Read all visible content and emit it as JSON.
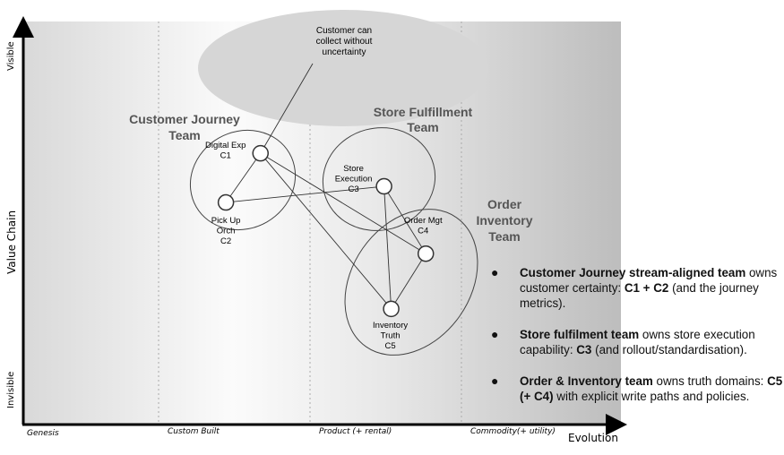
{
  "axes": {
    "y_label": "Value Chain",
    "y_top": "Visible",
    "y_bottom": "Invisible",
    "x_label": "Evolution",
    "stages": [
      "Genesis",
      "Custom Built",
      "Product (+ rental)",
      "Commodity(+ utility)"
    ]
  },
  "anchor": {
    "label_lines": [
      "Customer can",
      "collect without",
      "uncertainty"
    ]
  },
  "teams": [
    {
      "id": "customer-journey",
      "label_lines": [
        "Customer Journey",
        "Team"
      ]
    },
    {
      "id": "store-fulfillment",
      "label_lines": [
        "Store Fulfillment",
        "Team"
      ]
    },
    {
      "id": "order-inventory",
      "label_lines": [
        "Order",
        "Inventory",
        "Team"
      ]
    }
  ],
  "components": [
    {
      "id": "C1",
      "label_lines": [
        "Digital Exp",
        "C1"
      ],
      "evolution": 0.396,
      "visibility": 0.673
    },
    {
      "id": "C2",
      "label_lines": [
        "Pick Up",
        "Orch",
        "C2"
      ],
      "evolution": 0.338,
      "visibility": 0.551
    },
    {
      "id": "C3",
      "label_lines": [
        "Store",
        "Execution",
        "C3"
      ],
      "evolution": 0.603,
      "visibility": 0.591
    },
    {
      "id": "C4",
      "label_lines": [
        "Order Mgt",
        "C4"
      ],
      "evolution": 0.673,
      "visibility": 0.424
    },
    {
      "id": "C5",
      "label_lines": [
        "Inventory",
        "Truth",
        "C5"
      ],
      "evolution": 0.615,
      "visibility": 0.287
    }
  ],
  "links": [
    [
      "anchor",
      "C1"
    ],
    [
      "C1",
      "C2"
    ],
    [
      "C1",
      "C4"
    ],
    [
      "C1",
      "C5"
    ],
    [
      "C2",
      "C3"
    ],
    [
      "C3",
      "C4"
    ],
    [
      "C3",
      "C5"
    ],
    [
      "C4",
      "C5"
    ]
  ],
  "notes": [
    {
      "bold": "Customer Journey stream-aligned team",
      "text1": " owns customer certainty: ",
      "bold2": "C1 + C2",
      "text2": " (and the journey metrics)."
    },
    {
      "bold": "Store fulfilment team",
      "text1": " owns store execution capability: ",
      "bold2": "C3",
      "text2": " (and rollout/standardisation)."
    },
    {
      "bold": "Order & Inventory team",
      "text1": " owns truth domains: ",
      "bold2": "C5 (+ C4)",
      "text2": " with explicit write paths and policies."
    }
  ],
  "bullet_glyph": "●"
}
